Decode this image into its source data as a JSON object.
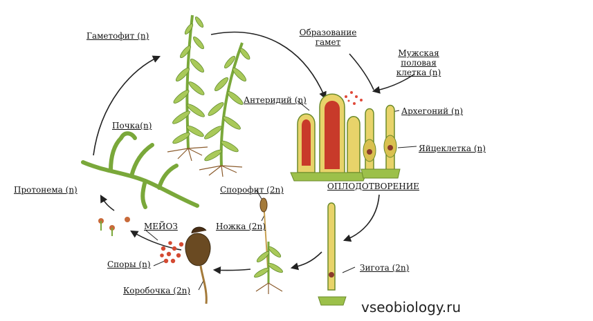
{
  "labels": {
    "gametophyte": "Гаметофит (n)",
    "gamete_formation": "Образование гамет",
    "male_cell": "Мужская половая клетка (n)",
    "antheridium": "Антеридий (n)",
    "archegonium": "Архегоний (n)",
    "egg_cell": "Яйцеклетка (n)",
    "bud": "Почка(n)",
    "protonema": "Протонема (n)",
    "fertilization": "ОПЛОДОТВОРЕНИЕ",
    "sporophyte": "Спорофит (2n)",
    "meiosis": "МЕЙОЗ",
    "stalk": "Ножка (2n)",
    "spores": "Споры (n)",
    "zygote": "Зигота (2n)",
    "capsule": "Коробочка (2n)"
  },
  "watermark": "vseobiology.ru",
  "colors": {
    "moss_green": "#7aa83a",
    "light_green": "#a9c95a",
    "rhizoid_brown": "#8a5a2b",
    "antheridium_red": "#c83a2a",
    "cell_yellow": "#e8d36a",
    "arrow": "#222222"
  }
}
